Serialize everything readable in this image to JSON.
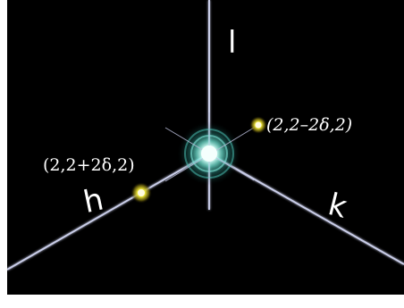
{
  "diagram": {
    "axis_labels": {
      "l": "l",
      "h": "h",
      "k": "k"
    },
    "points": {
      "plus": "(2,2+2δ,2)",
      "minus": "(2,2–2δ,2)"
    },
    "colors": {
      "background": "#000000",
      "axis": "#c9cde8",
      "central_peak": "#aef7ee",
      "satellite": "#f3ec3a"
    }
  }
}
